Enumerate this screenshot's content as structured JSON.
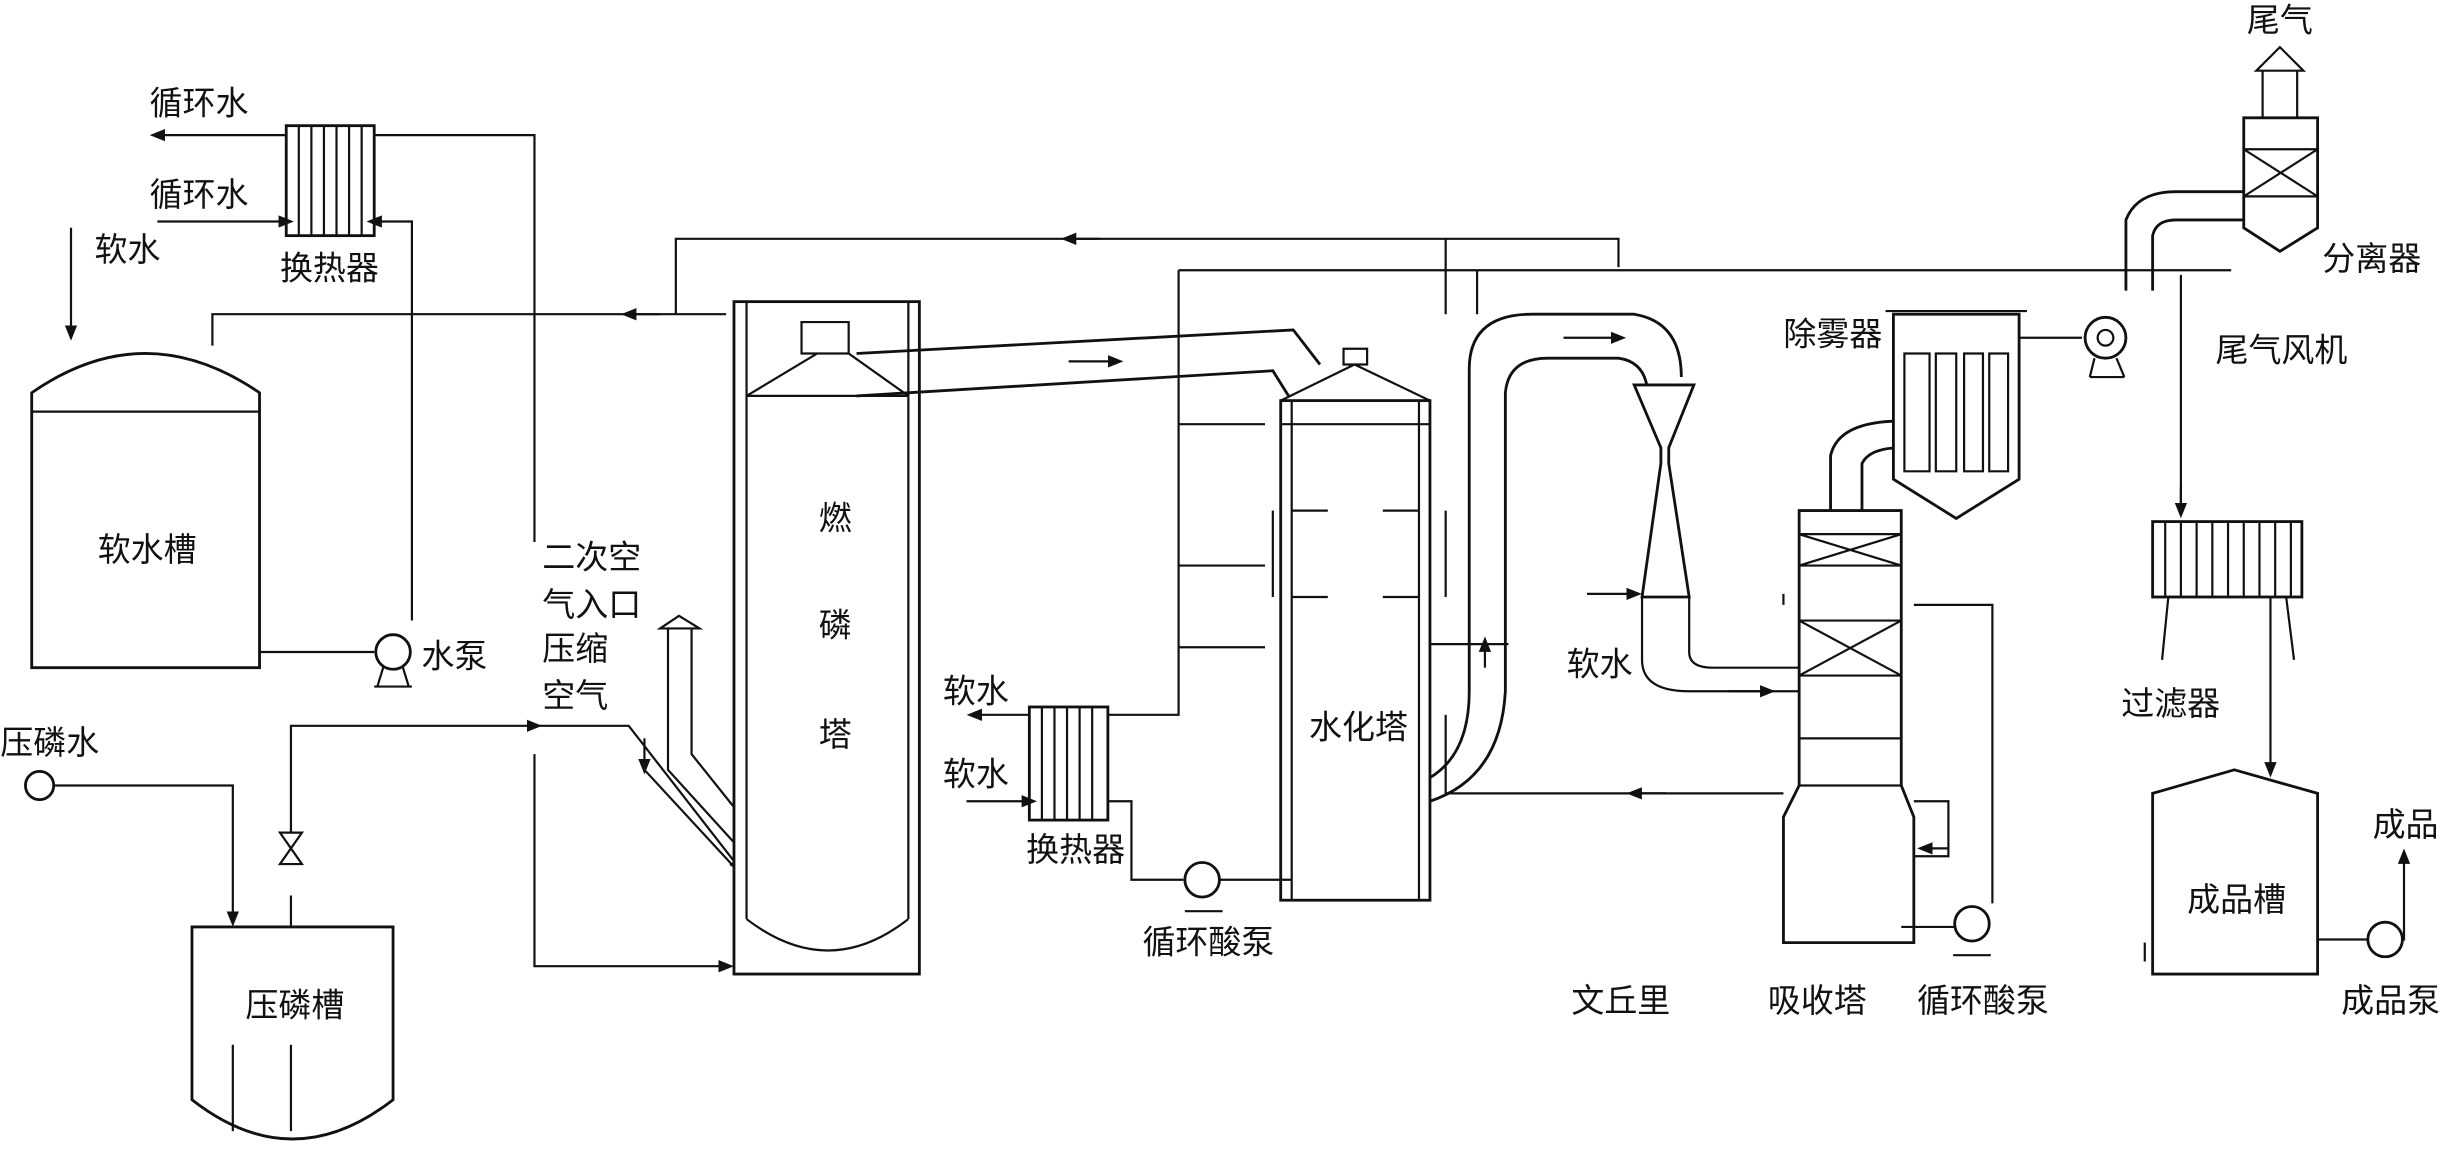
{
  "title": "黄磷燃烧法制磷酸工艺流程",
  "labels": {
    "tail_gas": "尾气",
    "separator": "分离器",
    "tail_gas_fan": "尾气风机",
    "demister": "除雾器",
    "circulating_water_out": "循环水",
    "circulating_water_in": "循环水",
    "soft_water_top": "软水",
    "heat_exchanger_top": "换热器",
    "soft_water_tank": "软水槽",
    "water_pump": "水泵",
    "secondary_air_inlet": [
      "二次空",
      "气入口"
    ],
    "compressed_air": [
      "压缩",
      "空气"
    ],
    "combustion_tower": [
      "燃",
      "磷",
      "塔"
    ],
    "phosphorus_press_water": "压磷水",
    "phosphorus_press_tank": "压磷槽",
    "soft_water_he_out": "软水",
    "soft_water_he_in": "软水",
    "heat_exchanger_bottom": "换热器",
    "circulating_acid_pump_1": "循环酸泵",
    "hydration_tower": "水化塔",
    "soft_water_venturi": "软水",
    "venturi": "文丘里",
    "absorption_tower": "吸收塔",
    "circulating_acid_pump_2": "循环酸泵",
    "filter": "过滤器",
    "product_tank": "成品槽",
    "product": "成品",
    "product_pump": "成品泵"
  }
}
